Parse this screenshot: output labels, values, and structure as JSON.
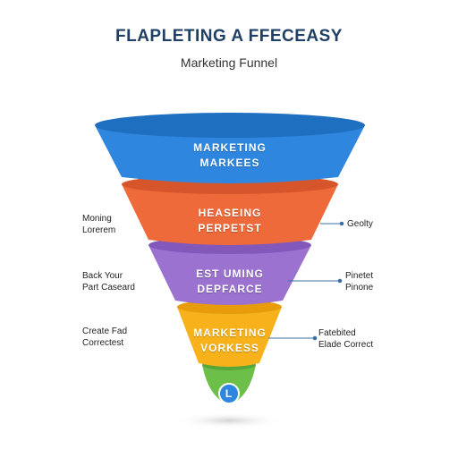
{
  "header": {
    "title": "FLAPLETING A FFECEASY",
    "subtitle": "Marketing Funnel"
  },
  "stages": [
    {
      "label": "MARKETING\nMARKEES",
      "color": "#2e86de",
      "color_dark": "#1f6fc0"
    },
    {
      "label": "HEASEING\nPERPETST",
      "color": "#ee6a3a",
      "color_dark": "#d6552b"
    },
    {
      "label": "EST UMING\nDEPFARCE",
      "color": "#9b72cf",
      "color_dark": "#8259bb"
    },
    {
      "label": "MARKETING\nVORKESS",
      "color": "#f7b21b",
      "color_dark": "#e89c0b"
    },
    {
      "label": "",
      "color": "#6cc04a",
      "color_dark": "#57a83a"
    }
  ],
  "tip_badge": {
    "text": "L",
    "color": "#2e86de"
  },
  "side_labels": {
    "left": [
      {
        "text": "Moning\nLorerem"
      },
      {
        "text": "Back Your\nPart Caseard"
      },
      {
        "text": "Create Fad\nCorrectest"
      }
    ],
    "right": [
      {
        "text": "Geolty"
      },
      {
        "text": "Pinetet\nPinone"
      },
      {
        "text": "Fatebited\nElade Correct"
      }
    ]
  }
}
